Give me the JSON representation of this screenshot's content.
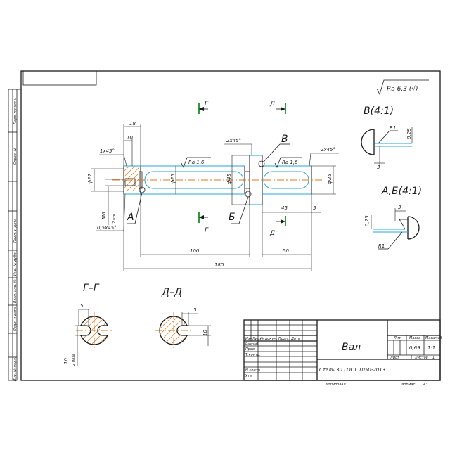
{
  "roughness_general": "Ra 6,3 (√)",
  "surface_marks": [
    "Ra 1,6",
    "Ra 1,6"
  ],
  "dimensions": {
    "d22": "ф22",
    "d25_left": "ф25",
    "d45": "ф45",
    "d25_right": "ф25",
    "len_18": "18",
    "len_10": "10",
    "len_100": "100",
    "len_50": "50",
    "len_180": "180",
    "len_45": "45",
    "len_5": "5",
    "chamfer_1": "1х45°",
    "chamfer_2": "2х45°",
    "chamfer_3": "2х45°",
    "chamfer_4": "0,5х45°",
    "thread": "M6",
    "thread_holes": "2 отв"
  },
  "cut_labels": {
    "g_top": "Г",
    "g_bottom": "Г",
    "d_top": "Д",
    "d_bottom": "Д"
  },
  "callouts": {
    "a": "А",
    "b": "Б",
    "v": "В"
  },
  "detail_v": {
    "title": "В(4:1)",
    "radius": "R1",
    "dim_a": "0,25",
    "dim_b": "3"
  },
  "detail_ab": {
    "title": "А,Б(4:1)",
    "radius": "R1",
    "dim_a": "0,25",
    "dim_b": "3"
  },
  "section_g": {
    "title": "Г–Г",
    "dim_5": "5",
    "dim_10": "10",
    "note": "2 паза"
  },
  "section_d": {
    "title": "Д–Д",
    "dim_5": "5",
    "dim_10": "10"
  },
  "side_strip": [
    "Перв. примен.",
    "Справ. №",
    "Подп. и дата",
    "Инв. № дубл.",
    "Взам. инв. №",
    "Подп. и дата",
    "Инв. № подл."
  ],
  "title_block": {
    "name": "Вал",
    "material": "Сталь 30 ГОСТ 1050-2013",
    "mass": "0,69",
    "scale": "1:1",
    "col_lit": "Лит.",
    "col_mass": "Масса",
    "col_scale": "Масштаб",
    "sheet": "Лист",
    "sheets": "Листов",
    "sheets_value": "1",
    "row_headers": [
      "Изм",
      "Лист",
      "№ докум.",
      "Подп.",
      "Дата"
    ],
    "roles": [
      "Разраб.",
      "Пров.",
      "Т.контр.",
      "",
      "Н.контр.",
      "Утв."
    ],
    "copied": "Копировал",
    "format": "Формат",
    "format_value": "А3"
  }
}
